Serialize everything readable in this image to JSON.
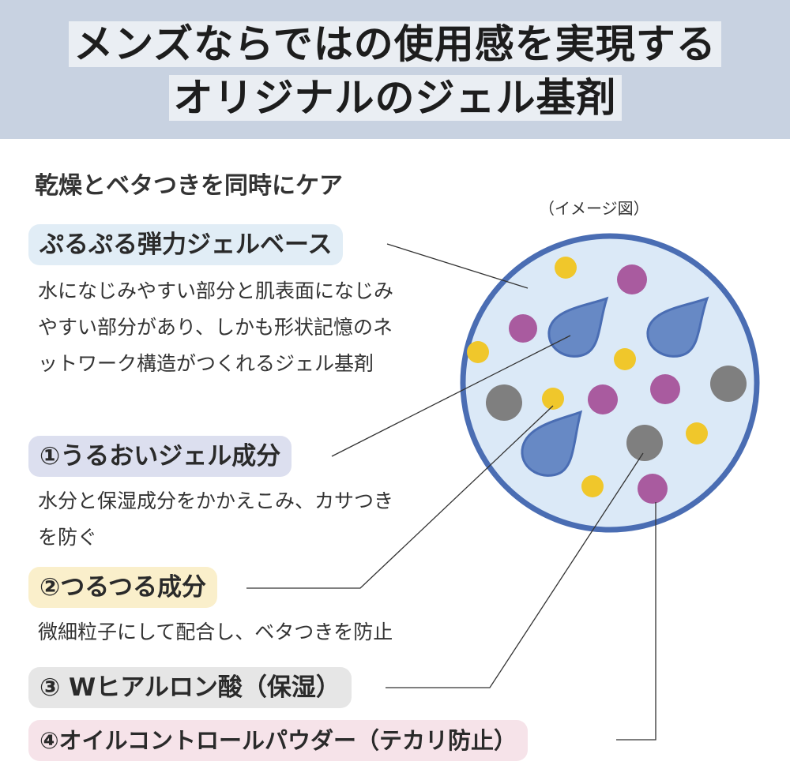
{
  "header": {
    "line1": "メンズならではの使用感を実現する",
    "line2": "オリジナルのジェル基剤"
  },
  "subtitle": "乾燥とベタつきを同時にケア",
  "image_caption": "（イメージ図）",
  "base": {
    "label": "ぷるぷる弾力ジェルベース",
    "description": "水になじみやすい部分と肌表面になじみやすい部分があり、しかも形状記憶のネットワーク構造がつくれるジェル基剤"
  },
  "items": [
    {
      "label": "①うるおいジェル成分",
      "description": "水分と保湿成分をかかえこみ、カサつきを防ぐ"
    },
    {
      "label": "②つるつる成分",
      "description": "微細粒子にして配合し、ベタつきを防止"
    },
    {
      "label": "③ Wヒアルロン酸（保湿）"
    },
    {
      "label": "④オイルコントロールパウダー（テカリ防止）"
    }
  ],
  "colors": {
    "header_bg": "#c8d2e1",
    "circle_fill": "#dbe9f7",
    "circle_stroke": "#4a6db3",
    "drop": "#6789c5",
    "yellow_particle": "#f0c72b",
    "purple_particle": "#a95b9f",
    "gray_particle": "#7f7f7f"
  }
}
